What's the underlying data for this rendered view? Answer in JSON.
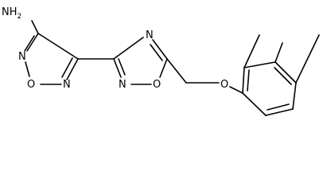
{
  "structure": {
    "labels": {
      "amine": "NH2",
      "furazan_n_top": "N",
      "furazan_o": "O",
      "furazan_n_bottom": "N",
      "oxadiazole_n_top": "N",
      "oxadiazole_n_bottom": "N",
      "oxadiazole_o": "O",
      "ether_o": "O"
    },
    "colors": {
      "ink": "#000000",
      "background": "#ffffff"
    }
  }
}
